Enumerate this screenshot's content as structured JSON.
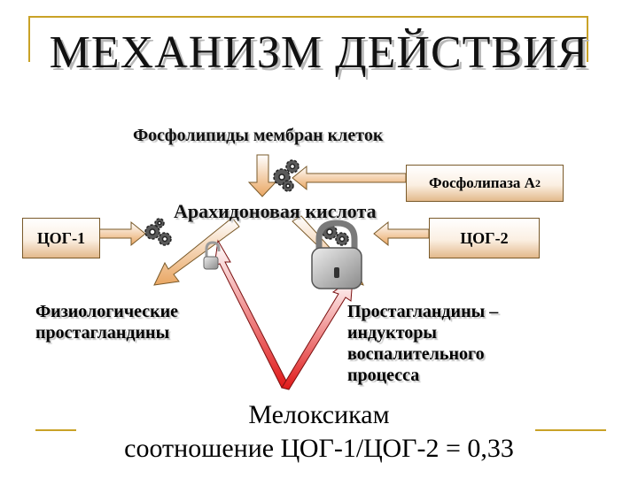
{
  "title": "МЕХАНИЗМ ДЕЙСТВИЯ",
  "labels": {
    "phospholipids": "Фосфолипиды мембран клеток",
    "phospholipase": "Фосфолипаза А",
    "phospholipase_sub": "2",
    "arachidonic": "Арахидоновая кислота",
    "cox1": "ЦОГ-1",
    "cox2": "ЦОГ-2",
    "physio_line1": "Физиологические",
    "physio_line2": "простагландины",
    "inflam_line1": "Простагландины –",
    "inflam_line2": "индукторы",
    "inflam_line3": "воспалительного",
    "inflam_line4": "процесса",
    "drug": "Мелоксикам",
    "ratio": "соотношение ЦОГ-1/ЦОГ-2 = 0,33"
  },
  "icons": [
    "gear-icon",
    "lock-icon",
    "arrow-icon"
  ],
  "colors": {
    "accent": "#c9a227",
    "arrow_orange": "#e9a662",
    "arrow_red": "#e01818"
  }
}
